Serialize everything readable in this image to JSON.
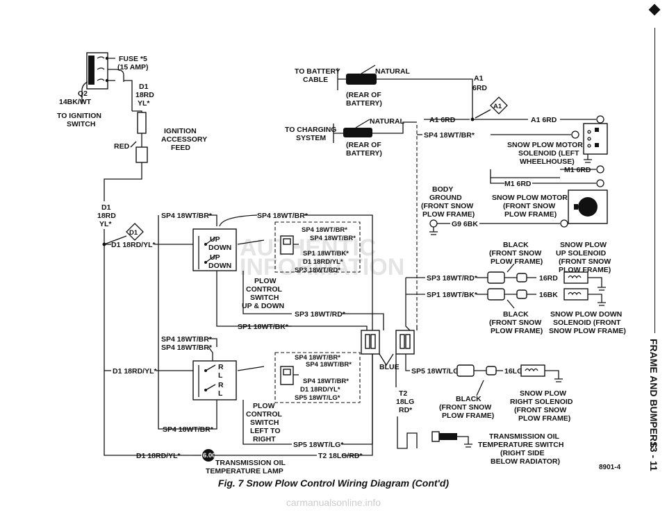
{
  "labels": {
    "fuse": "FUSE *5",
    "fuse_amp": "(15 AMP)",
    "q2": "Q2",
    "q2_wire": "14BK/WT",
    "to_ignition": "TO IGNITION",
    "to_ignition_2": "SWITCH",
    "d1_top": "D1",
    "d1_top_gauge": "18RD",
    "d1_top_color": "YL*",
    "red": "RED",
    "ignition_feed_1": "IGNITION",
    "ignition_feed_2": "ACCESSORY",
    "ignition_feed_3": "FEED",
    "to_battery_1": "TO BATTERY",
    "to_battery_2": "CABLE",
    "natural_1": "NATURAL",
    "rear_of_1": "(REAR OF",
    "rear_of_1b": "BATTERY)",
    "to_charging_1": "TO CHARGING",
    "to_charging_2": "SYSTEM",
    "natural_2": "NATURAL",
    "rear_of_2": "(REAR OF",
    "rear_of_2b": "BATTERY)",
    "a1_top": "A1",
    "a1_top_2": "6RD",
    "a1_marker": "A1",
    "a1_6rd_left": "A1 6RD",
    "a1_6rd_right": "A1 6RD",
    "sp4_top_right": "SP4 18WT/BR*",
    "motor_sol_1": "SNOW PLOW MOTOR",
    "motor_sol_2": "SOLENOID (LEFT",
    "motor_sol_3": "WHEELHOUSE)",
    "m1_6rd_a": "M1 6RD",
    "m1_6rd_b": "M1 6RD",
    "motor_1": "SNOW PLOW MOTOR",
    "motor_2": "(FRONT SNOW",
    "motor_3": "PLOW FRAME)",
    "body_ground_1": "BODY",
    "body_ground_2": "GROUND",
    "body_ground_3": "(FRONT SNOW",
    "body_ground_4": "PLOW FRAME)",
    "g9": "G9 6BK",
    "d1_18rd_left": "D1",
    "d1_18rd_left_2": "18RD",
    "d1_18rd_left_3": "YL*",
    "d1_marker": "D1",
    "d1_18rdyl_1": "D1 18RD/YL*",
    "sp4_up_1": "SP4 18WT/BR*",
    "sp4_up_2": "SP4 18WT/BR*",
    "up_label": "UP",
    "down_label": "DOWN",
    "up_label_2": "UP",
    "down_label_2": "DOWN",
    "conn1_sp4a": "SP4 18WT/BR*",
    "conn1_sp4b": "SP4 18WT/BR*",
    "conn1_sp1": "SP1 18WT/BK*",
    "conn1_d1": "D1 18RD/YL*",
    "conn1_sp3": "SP3 18WT/RD*",
    "plow_updown_1": "PLOW",
    "plow_updown_2": "CONTROL",
    "plow_updown_3": "SWITCH",
    "plow_updown_4": "UP & DOWN",
    "sp3_mid": "SP3 18WT/RD*",
    "sp1_mid": "SP1 18WT/BK*",
    "sp4_lr_1": "SP4 18WT/BR*",
    "sp4_lr_2": "SP4 18WT/BR*",
    "d1_18rdyl_2": "D1 18RD/YL*",
    "r_label": "R",
    "l_label": "L",
    "r_label_2": "R",
    "l_label_2": "L",
    "sp4_lr_bottom": "SP4 18WT/BR*",
    "conn2_sp4a": "SP4 18WT/BR*",
    "conn2_sp4b": "SP4 18WT/BR*",
    "conn2_sp4c": "SP4 18WT/BR*",
    "conn2_d1": "D1 18RD/YL*",
    "conn2_sp5": "SP5 18WT/LG*",
    "plow_lr_1": "PLOW",
    "plow_lr_2": "CONTROL",
    "plow_lr_3": "SWITCH",
    "plow_lr_4": "LEFT TO",
    "plow_lr_5": "RIGHT",
    "sp5_bottom": "SP5 18WT/LG*",
    "blue": "BLUE",
    "d1_18rdyl_3": "D1 18RD/YL*",
    "lamp_text": "6.00",
    "lamp_1": "TRANSMISSION OIL",
    "lamp_2": "TEMPERATURE LAMP",
    "t2_bottom": "T2 18LG/RD*",
    "black_up_1": "BLACK",
    "black_up_2": "(FRONT SNOW",
    "black_up_3": "PLOW FRAME)",
    "up_sol_1": "SNOW PLOW",
    "up_sol_2": "UP SOLENOID",
    "up_sol_3": "(FRONT SNOW",
    "up_sol_4": "PLOW FRAME)",
    "sp3_right": "SP3 18WT/RD*",
    "rd16": "16RD",
    "sp1_right": "SP1 18WT/BK*",
    "bk16": "16BK",
    "black_dn_1": "BLACK",
    "black_dn_2": "(FRONT SNOW",
    "black_dn_3": "PLOW FRAME)",
    "dn_sol_1": "SNOW PLOW DOWN",
    "dn_sol_2": "SOLENOID (FRONT",
    "dn_sol_3": "SNOW PLOW FRAME)",
    "sp5_right": "SP5 18WT/LG*",
    "lg16": "16LG",
    "t2_1": "T2",
    "t2_2": "18LG",
    "t2_3": "RD*",
    "black_r_1": "BLACK",
    "black_r_2": "(FRONT SNOW",
    "black_r_3": "PLOW FRAME)",
    "right_sol_1": "SNOW PLOW",
    "right_sol_2": "RIGHT SOLENOID",
    "right_sol_3": "(FRONT SNOW",
    "right_sol_4": "PLOW FRAME)",
    "trans_sw_1": "TRANSMISSION OIL",
    "trans_sw_2": "TEMPERATURE SWITCH",
    "trans_sw_3": "(RIGHT SIDE",
    "trans_sw_4": "BELOW RADIATOR)",
    "fig_num": "8901-4"
  },
  "watermark_1": "AUTHENTIC",
  "watermark_2": "INFORMATION",
  "side_section": "FRAME AND BUMPERS",
  "side_page": "13 - 11",
  "caption": "Fig. 7 Snow Plow Control Wiring Diagram (Cont'd)",
  "footer": "carmanualsonline.info"
}
